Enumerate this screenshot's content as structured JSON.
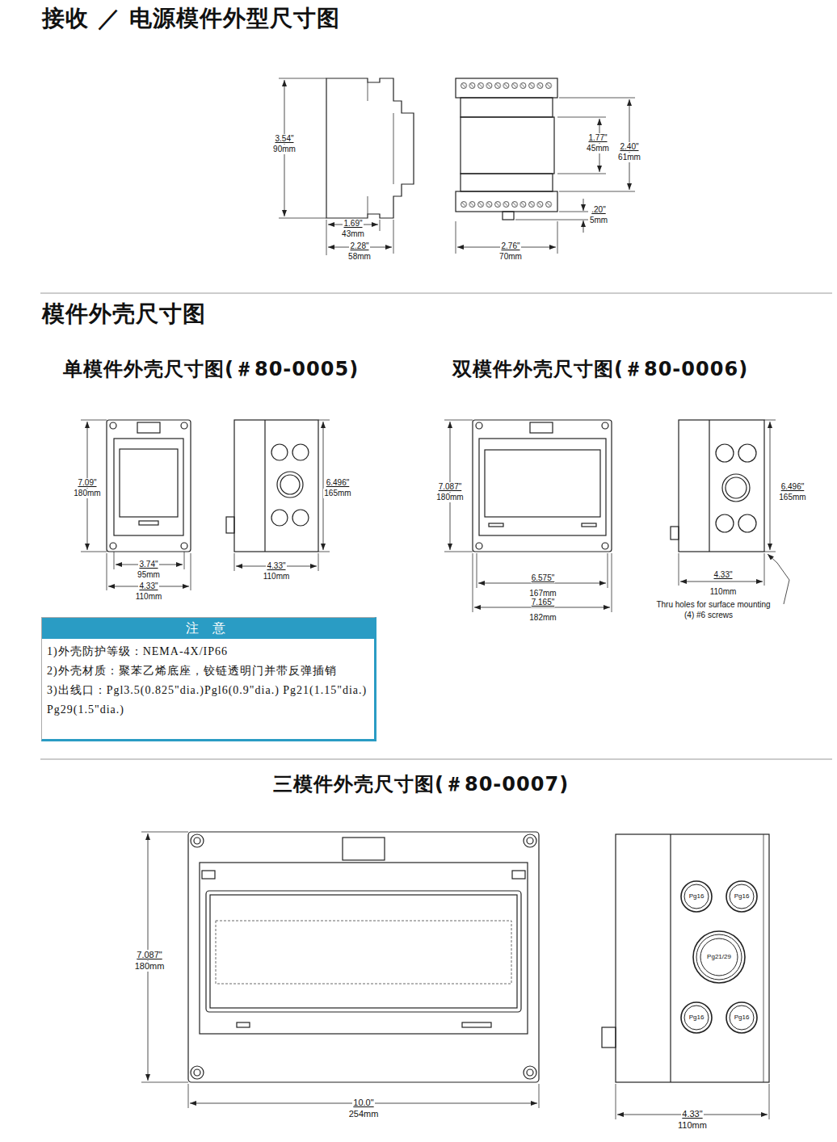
{
  "diagram": {
    "title": "接收 ／ 电源模件外型尺寸图",
    "nodes": [
      {
        "text": [
          "注 意",
          "1)外壳防护等级：NEMA-4X/IP66",
          "2)外壳材质：聚苯乙烯底座，铰链透明门并带反弹插销",
          "3)出线口：Pgl3.5(0.825\"dia.)Pgl6(0.9\"dia.) Pg21(1.15\"dia.)  Pg29(1.5\"dia.)"
        ]
      },
      {
        "text": [
          "Pg16"
        ]
      },
      {
        "text": [
          "Pg16"
        ]
      },
      {
        "text": [
          "Pg21/29"
        ]
      },
      {
        "text": [
          "Pg16"
        ]
      },
      {
        "text": [
          "Pg16"
        ]
      }
    ],
    "labels": [
      "3.54\"",
      "90mm",
      "1.77\"",
      "45mm",
      "2.40\"",
      "61mm",
      ".20\"",
      "5mm",
      "1.69\"",
      "43mm",
      "2.28\"",
      "58mm",
      "2.76\"",
      "70mm",
      "模件外壳尺寸图",
      "单模件外壳尺寸图(＃80-0005)",
      "双模件外壳尺寸图(＃80-0006)",
      "7.09\"",
      "180mm",
      "6.496\"",
      "165mm",
      "7.087\"",
      "180mm",
      "6.496\"",
      "165mm",
      "3.74\"",
      "95mm",
      "4.33\"",
      "110mm",
      "4.33\"",
      "110mm",
      "6.575\"",
      "167mm",
      "4.33\"",
      "110mm",
      "Thru holes for surface mounting",
      "(4) #6 screws",
      "7.165\"",
      "182mm",
      "三模件外壳尺寸图(＃80-0007)",
      "7.087\"",
      "180mm",
      "10.0\"",
      "254mm",
      "4.33\"",
      "110mm"
    ]
  }
}
